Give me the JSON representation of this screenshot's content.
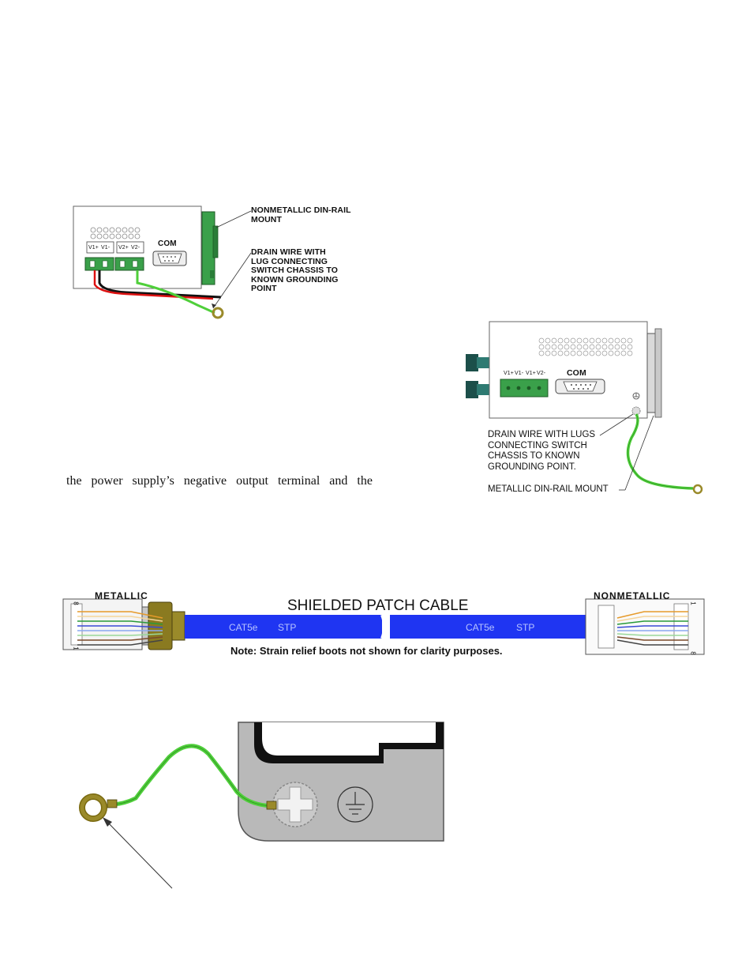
{
  "figure1": {
    "com_label": "COM",
    "terminal_labels": [
      "V1+",
      "V1-",
      "V2+",
      "V2-"
    ],
    "callout_mount": "NONMETALLIC DIN-RAIL\nMOUNT",
    "callout_drain": "DRAIN WIRE WITH\nLUG CONNECTING\nSWITCH CHASSIS TO\nKNOWN GROUNDING\nPOINT"
  },
  "figure2": {
    "com_label": "COM",
    "terminal_labels": [
      "V1+",
      "V1-",
      "V1+",
      "V2-"
    ],
    "callout_drain": "DRAIN WIRE WITH LUGS\nCONNECTING SWITCH\nCHASSIS TO KNOWN\nGROUNDING POINT.",
    "callout_mount": "METALLIC DIN-RAIL MOUNT"
  },
  "body_text": "the power supply’s negative output terminal and the",
  "figure3": {
    "title": "SHIELDED PATCH CABLE",
    "left_connector": "METALLIC",
    "right_connector": "NONMETALLIC",
    "cable_marking_1": "CAT5e",
    "cable_marking_2": "STP",
    "note": "Note: Strain relief boots not shown for clarity purposes.",
    "pin_one": "1",
    "pin_eight": "8"
  },
  "colors": {
    "cable_blue": "#1f35f2",
    "wire_green": "#4fcf3a",
    "connector_green": "#3aa04a",
    "chassis_gray": "#b9b9b9",
    "lug_brass": "#9a8a2a"
  }
}
